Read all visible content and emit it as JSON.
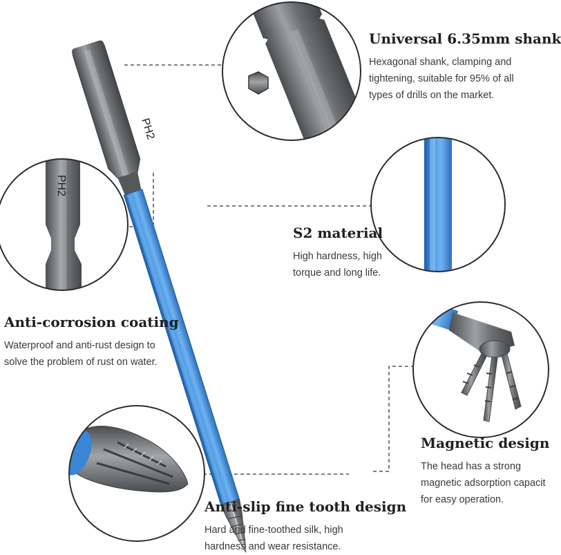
{
  "bit": {
    "marking": "PH2"
  },
  "features": {
    "shank": {
      "title": "Universal 6.35mm shank",
      "lines": [
        "Hexagonal shank, clamping and",
        "tightening, suitable for 95% of all",
        "types of drills on the market."
      ]
    },
    "material": {
      "title": "S2 material",
      "lines": [
        "High hardness, high",
        "torque and long life."
      ]
    },
    "coating": {
      "title": "Anti-corrosion coating",
      "lines": [
        "Waterproof and anti-rust design to",
        "solve the problem of rust on water."
      ]
    },
    "magnetic": {
      "title": "Magnetic design",
      "lines": [
        "The head has a strong",
        "magnetic adsorption capacit",
        "for easy operation."
      ]
    },
    "antislip": {
      "title": "Anti-slip fine tooth design",
      "lines": [
        "Hard and fine-toothed silk, high",
        "hardness and wear resistance."
      ]
    }
  },
  "colors": {
    "accent_blue": "#3a86d4",
    "steel_dark": "#5c5f62",
    "steel_light": "#9a9da0",
    "circle_stroke": "#2b2b2b"
  }
}
